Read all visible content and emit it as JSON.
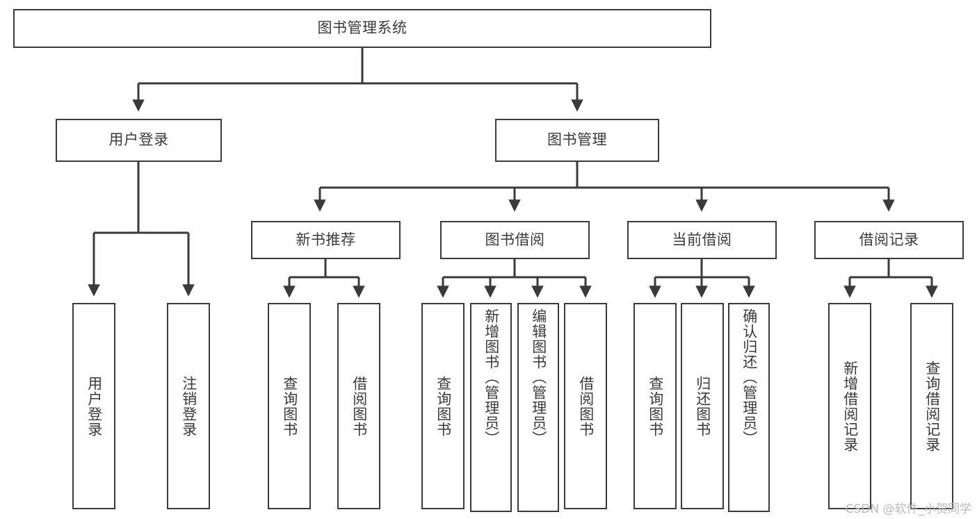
{
  "diagram": {
    "title": "图书管理系统",
    "watermark": "CSDN @软件_小贺同学",
    "colors": {
      "stroke": "#3a3a3a",
      "text": "#3a3a3a",
      "background": "#ffffff",
      "watermark": "#b9b9b9"
    },
    "nodes": {
      "root": "图书管理系统",
      "user_login": "用户登录",
      "book_manage": "图书管理",
      "new_book_recommend": "新书推荐",
      "book_borrow": "图书借阅",
      "current_borrow": "当前借阅",
      "borrow_record": "借阅记录",
      "leaf_user_login": "用户登录",
      "leaf_logout": "注销登录",
      "leaf_query_book_1": "查询图书",
      "leaf_borrow_book_1": "借阅图书",
      "leaf_query_book_2": "查询图书",
      "leaf_add_book_admin": "新增图书（管理员）",
      "leaf_edit_book_admin": "编辑图书（管理员）",
      "leaf_borrow_book_2": "借阅图书",
      "leaf_query_book_3": "查询图书",
      "leaf_return_book": "归还图书",
      "leaf_confirm_return_admin": "确认归还（管理员）",
      "leaf_add_borrow_record": "新增借阅记录",
      "leaf_query_borrow_record": "查询借阅记录"
    }
  }
}
